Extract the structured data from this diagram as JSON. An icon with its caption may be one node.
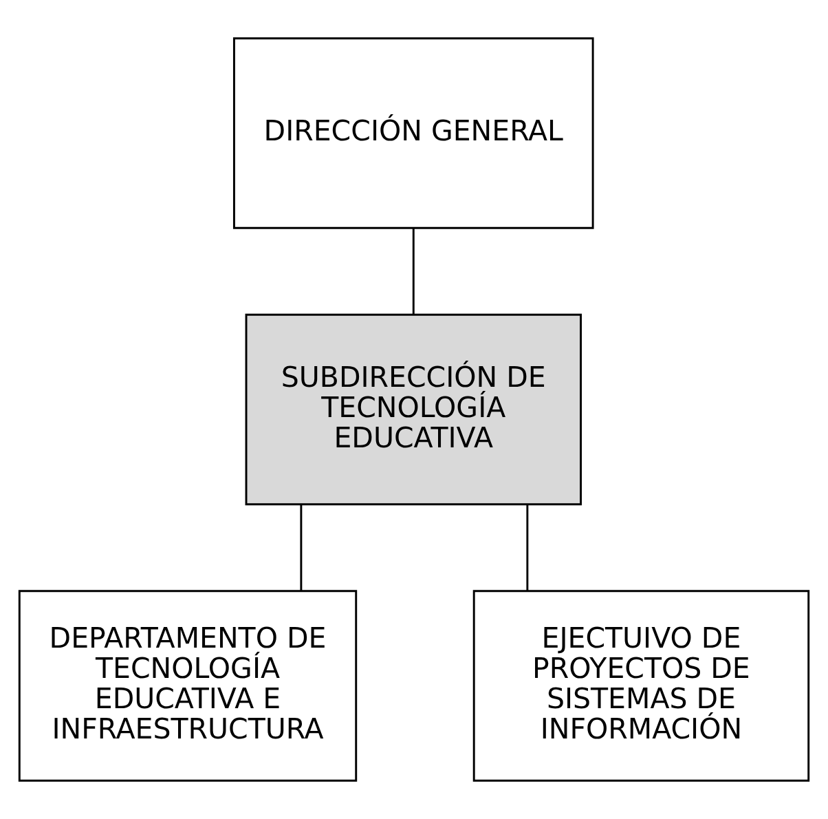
{
  "diagram": {
    "nodes": [
      {
        "text": [
          "DIRECCIÓN GENERAL"
        ]
      },
      {
        "text": [
          "SUBDIRECCIÓN DE TECNOLOGÍA EDUCATIVA"
        ]
      },
      {
        "text": [
          "DEPARTAMENTO DE TECNOLOGÍA EDUCATIVA E INFRAESTRUCTURA"
        ]
      },
      {
        "text": [
          "EJECTUIVO DE PROYECTOS DE SISTEMAS DE INFORMACIÓN"
        ]
      }
    ],
    "edges": [
      {
        "from": 0,
        "to": 1,
        "arrow": "none"
      },
      {
        "from": 1,
        "to": 2,
        "arrow": "none"
      },
      {
        "from": 1,
        "to": 3,
        "arrow": "none"
      }
    ]
  }
}
